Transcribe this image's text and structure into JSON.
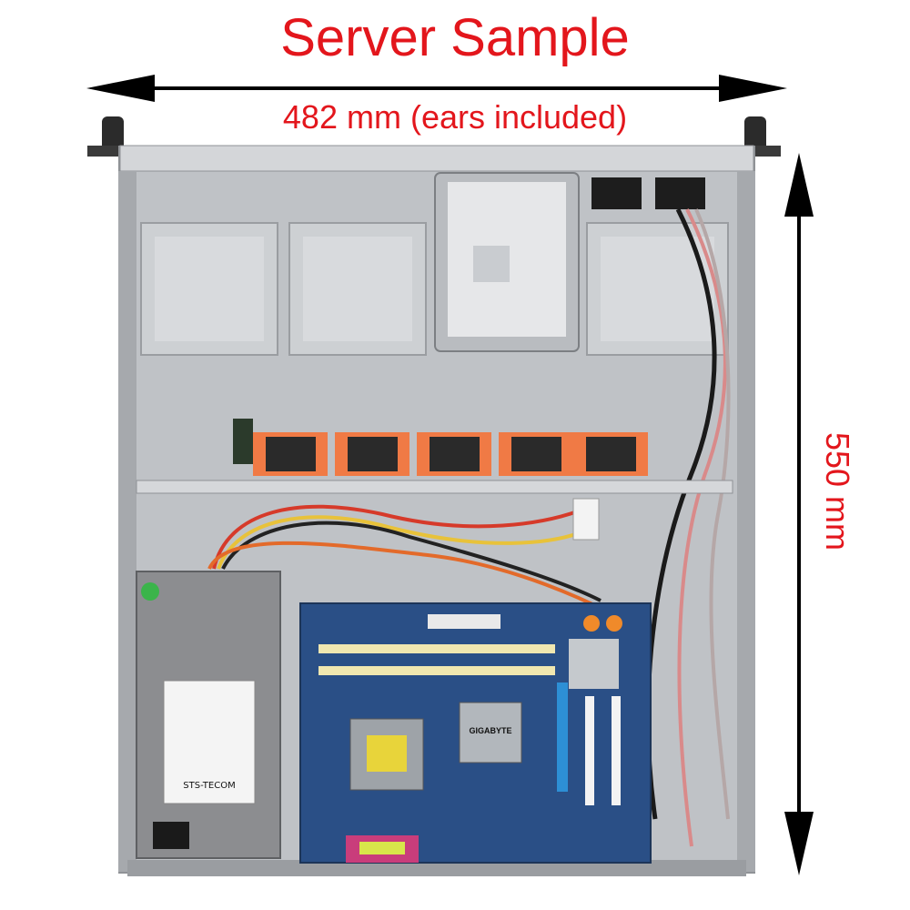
{
  "title": "Server Sample",
  "width_label": "482 mm (ears included)",
  "height_label": "550 mm",
  "psu_brand": "STS-TECOM",
  "board_brand": "GIGABYTE",
  "colors": {
    "label_red": "#e3161c",
    "arrow_black": "#000000",
    "chassis_gray": "#a9acb0",
    "fan_orange": "#f07a45",
    "board_blue": "#2a4f86"
  }
}
